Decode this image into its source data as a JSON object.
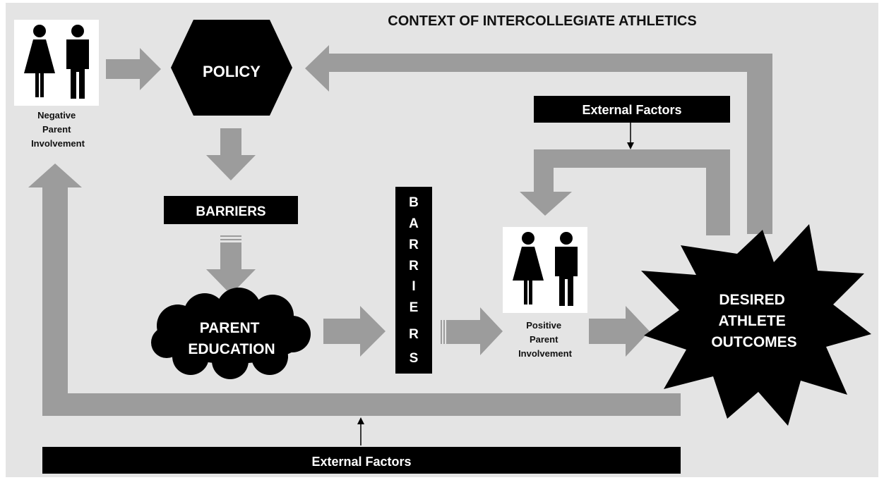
{
  "title": "CONTEXT OF INTERCOLLEGIATE ATHLETICS",
  "nodes": {
    "policy": "POLICY",
    "barriers_top": "BARRIERS",
    "parent_education": [
      "PARENT",
      "EDUCATION"
    ],
    "barriers_vertical": [
      "B",
      "A",
      "R",
      "R",
      "I",
      "E",
      "R",
      "S"
    ],
    "desired_outcomes": [
      "DESIRED",
      "ATHLETE",
      "OUTCOMES"
    ],
    "external_factors_top": "External Factors",
    "external_factors_bottom": "External Factors"
  },
  "people": {
    "negative": [
      "Negative",
      "Parent",
      "Involvement"
    ],
    "positive": [
      "Positive",
      "Parent",
      "Involvement"
    ]
  },
  "colors": {
    "background": "#e4e4e4",
    "arrow": "#9c9c9c",
    "shape": "#000000",
    "shape_text": "#ffffff"
  }
}
